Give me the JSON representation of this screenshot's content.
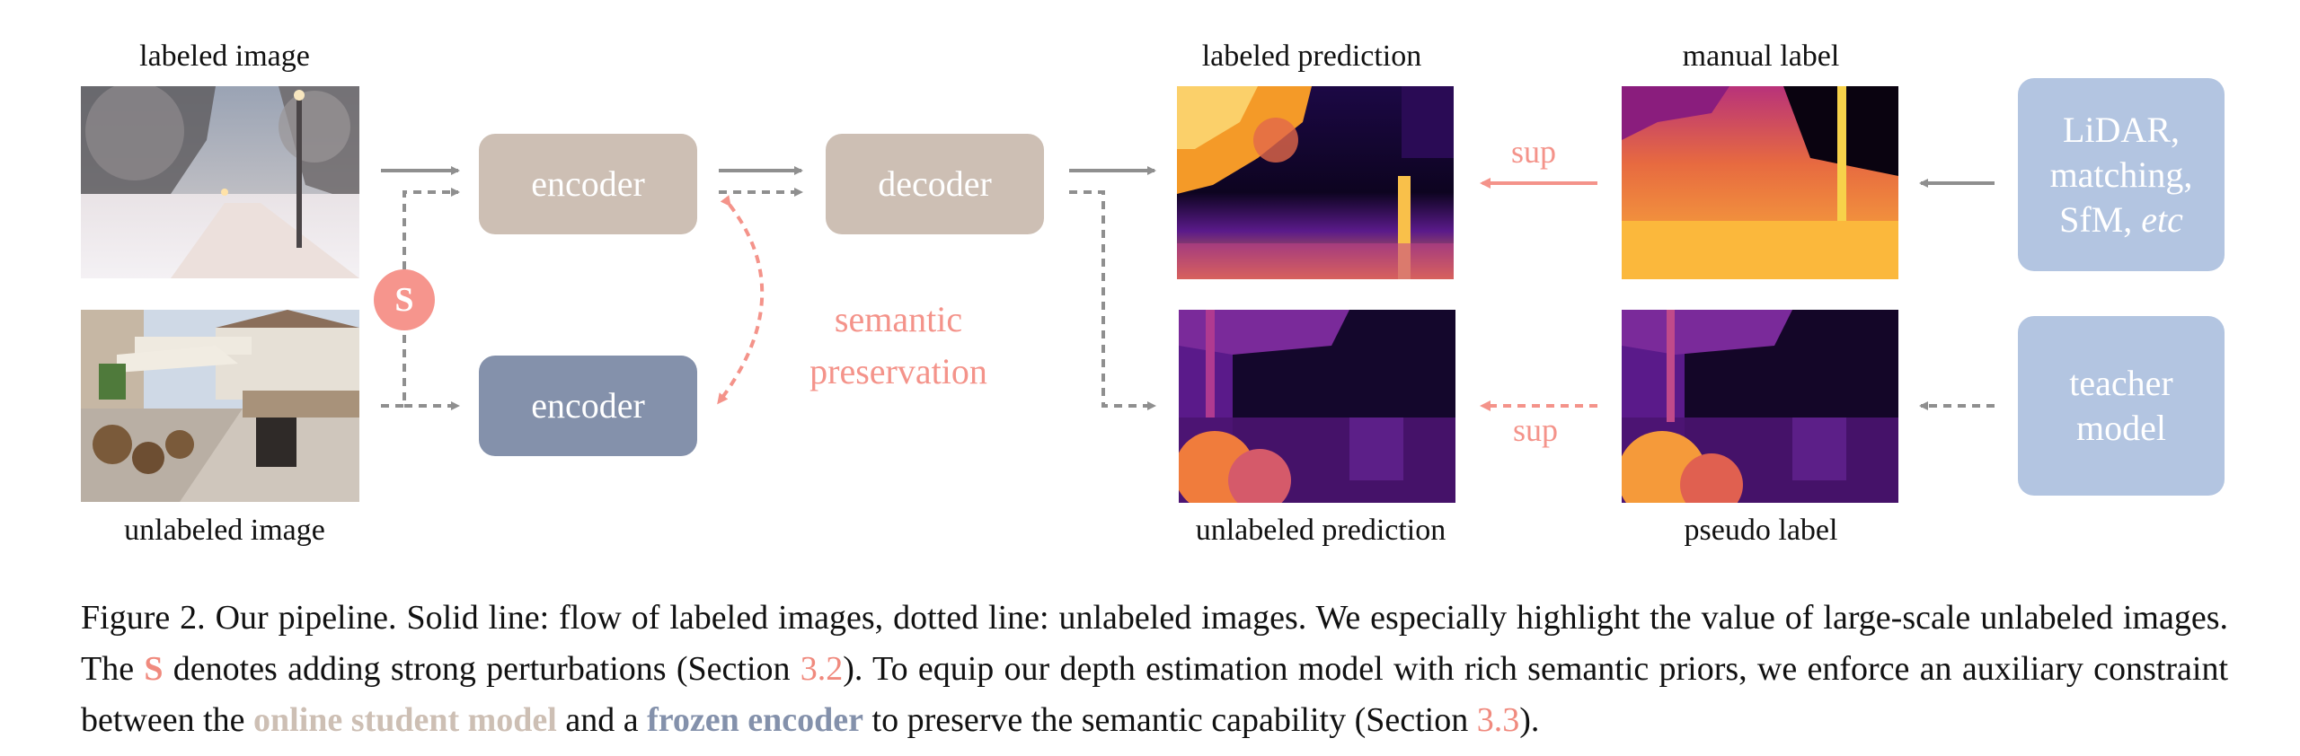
{
  "labels": {
    "labeled_image": "labeled image",
    "unlabeled_image": "unlabeled image",
    "labeled_prediction": "labeled prediction",
    "manual_label": "manual label",
    "unlabeled_prediction": "unlabeled prediction",
    "pseudo_label": "pseudo label"
  },
  "boxes": {
    "encoder_top": "encoder",
    "decoder": "decoder",
    "encoder_bottom": "encoder",
    "lidar_line1": "LiDAR,",
    "lidar_line2": "matching,",
    "lidar_line3_a": "SfM, ",
    "lidar_line3_b": "etc",
    "teacher_line1": "teacher",
    "teacher_line2": "model"
  },
  "annotations": {
    "semantic_line1": "semantic",
    "semantic_line2": "preservation",
    "sup_top": "sup",
    "sup_bottom": "sup",
    "s_badge": "S"
  },
  "caption": {
    "p1": "Figure 2. Our pipeline. Solid line: flow of labeled images, dotted line: unlabeled images. We especially highlight the value of large-scale unlabeled images. The ",
    "s": "S",
    "p2": " denotes adding strong perturbations (Section ",
    "ref1": "3.2",
    "p3": "). To equip our depth estimation model with rich semantic priors, we enforce an auxiliary constraint between the ",
    "online": "online student model",
    "p4": " and a ",
    "frozen": "frozen encoder",
    "p5": " to preserve the semantic capability (Section ",
    "ref2": "3.3",
    "p6": ")."
  },
  "colors": {
    "encoder_student": "#cdbfb4",
    "decoder": "#cdbfb4",
    "encoder_frozen": "#8491ab",
    "label_source": "#b3c5e1",
    "accent_red": "#f4938a",
    "arrow_gray": "#8f8f8f"
  }
}
